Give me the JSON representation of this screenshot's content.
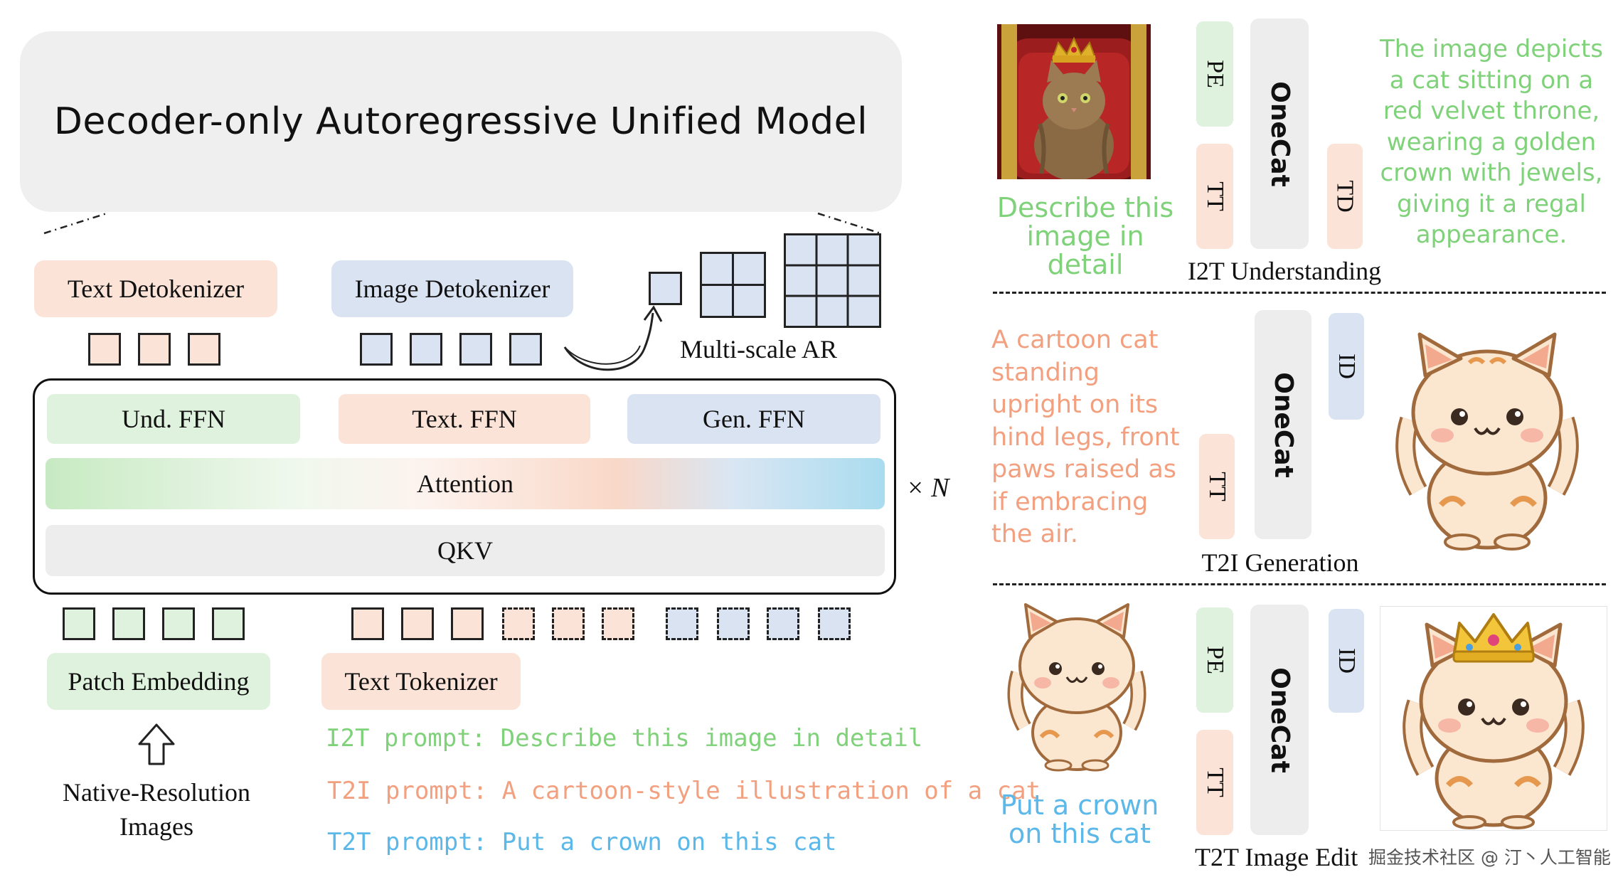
{
  "left": {
    "title": "Decoder-only Autoregressive Unified Model",
    "text_detokenizer": "Text Detokenizer",
    "image_detokenizer": "Image Detokenizer",
    "multiscale_label": "Multi-scale AR",
    "und_ffn": "Und. FFN",
    "text_ffn": "Text. FFN",
    "gen_ffn": "Gen. FFN",
    "attention": "Attention",
    "qkv": "QKV",
    "times_n": "× N",
    "patch_embedding": "Patch Embedding",
    "text_tokenizer": "Text Tokenizer",
    "native_line1": "Native-Resolution",
    "native_line2": "Images",
    "prompt_i2t": "I2T prompt: Describe this image in detail",
    "prompt_t2i": "T2I prompt: A cartoon-style illustration of a cat",
    "prompt_t2t": "T2T prompt: Put a crown on this cat"
  },
  "right": {
    "i2t": {
      "pe": "PE",
      "tt": "TT",
      "onecat": "OneCat",
      "td": "TD",
      "caption_line1": "Describe this",
      "caption_line2": "image in detail",
      "answer": [
        "The image depicts",
        "a cat sitting on a",
        "red velvet throne,",
        "wearing a golden",
        "crown with jewels,",
        "giving it a regal",
        "appearance."
      ],
      "section_label": "I2T Understanding"
    },
    "t2i": {
      "prompt": [
        "A cartoon cat",
        "standing",
        "upright on its",
        "hind legs, front",
        "paws raised as",
        "if embracing",
        "the air."
      ],
      "tt": "TT",
      "onecat": "OneCat",
      "id": "ID",
      "section_label": "T2I Generation"
    },
    "edit": {
      "caption_line1": "Put a crown",
      "caption_line2": "on this cat",
      "pe": "PE",
      "tt": "TT",
      "onecat": "OneCat",
      "id": "ID",
      "section_label": "T2T Image Edit"
    }
  },
  "watermark": "掘金技术社区 @ 汀丶人工智能",
  "colors": {
    "green_text": "#7fd27a",
    "orange_text": "#f2a07f",
    "blue_text": "#5bb8e8",
    "green_fill": "#dff2dd",
    "peach_fill": "#fbe3d8",
    "blue_fill": "#dae3f1",
    "gray_fill": "#ededed"
  }
}
